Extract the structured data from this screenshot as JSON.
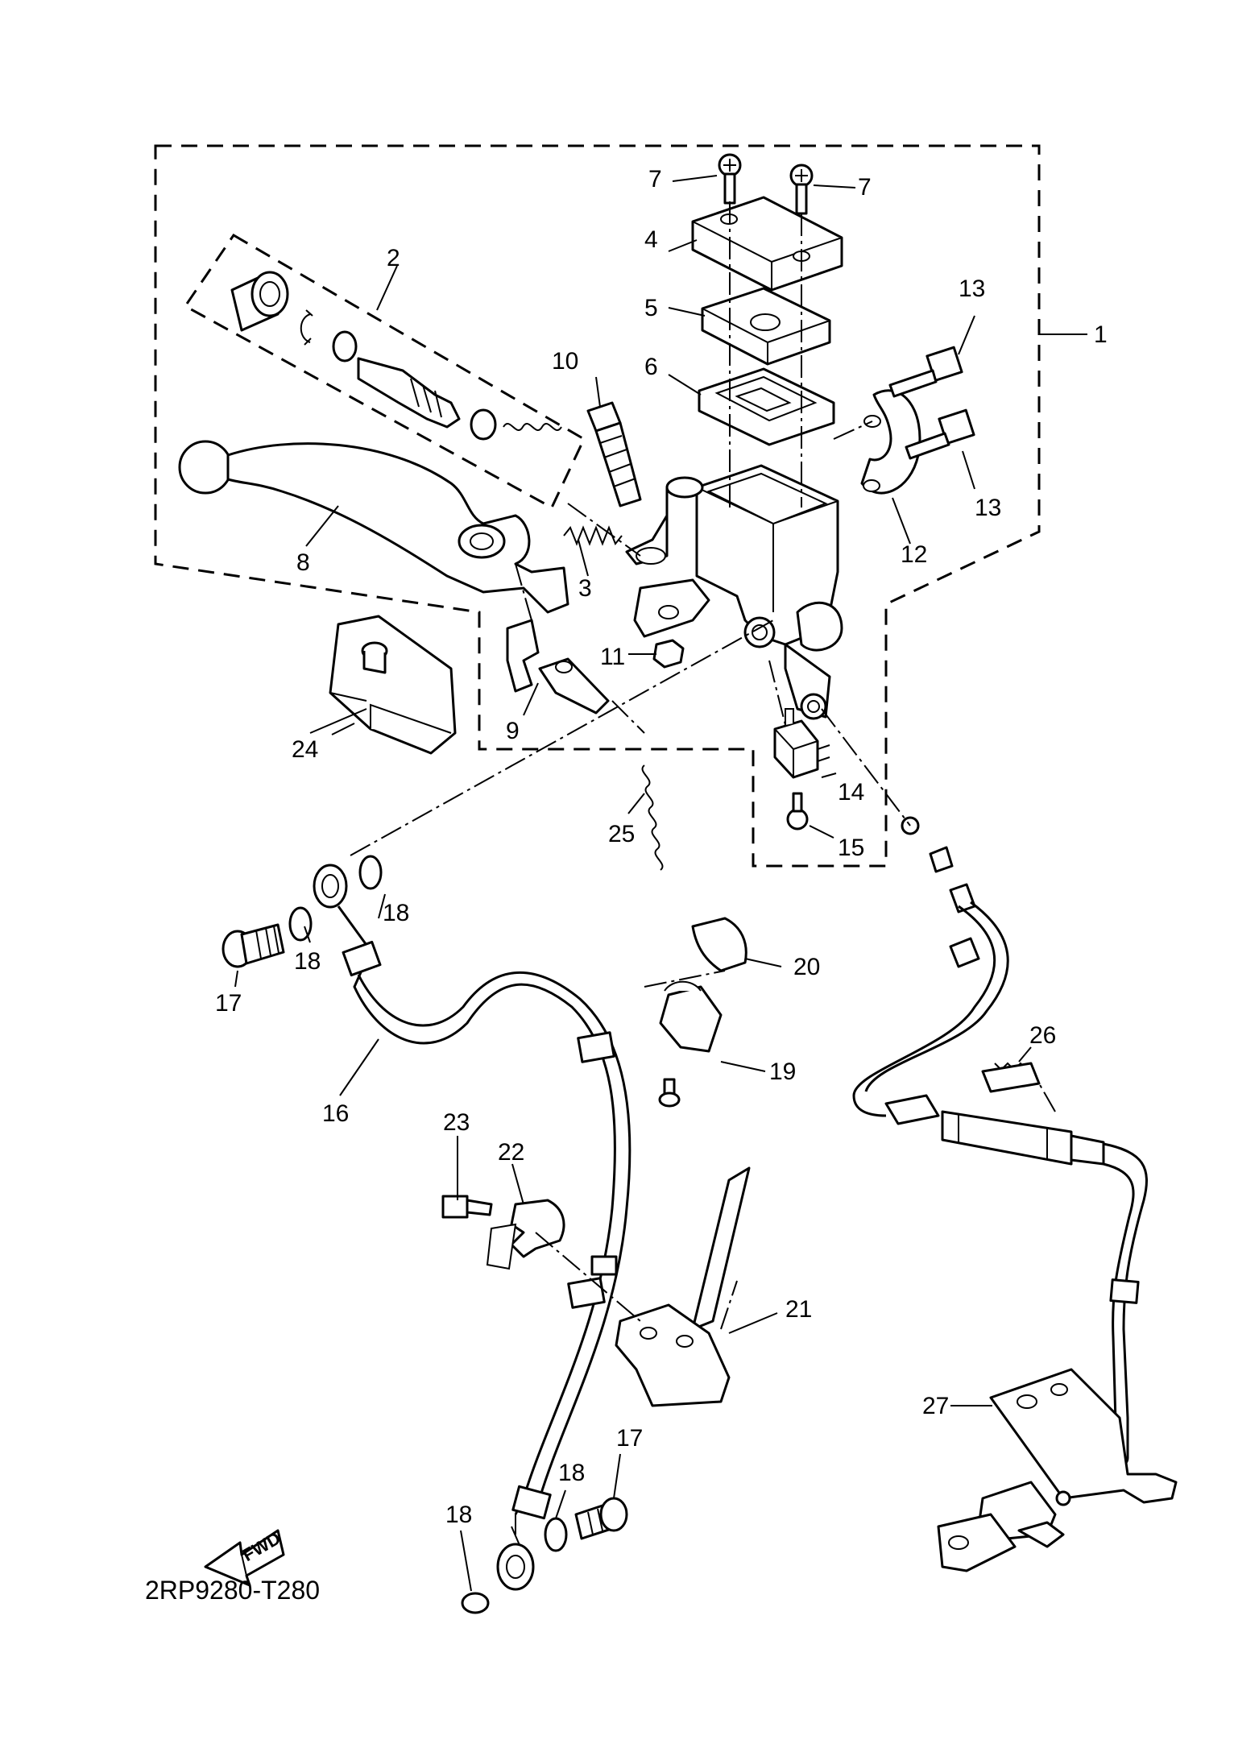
{
  "diagram_code": "2RP9280-T280",
  "fwd_label": "FWD",
  "callouts": [
    "1",
    "2",
    "3",
    "4",
    "5",
    "6",
    "7",
    "7",
    "8",
    "9",
    "10",
    "11",
    "12",
    "13",
    "13",
    "14",
    "15",
    "16",
    "17",
    "17",
    "18",
    "18",
    "18",
    "18",
    "19",
    "20",
    "21",
    "22",
    "23",
    "24",
    "25",
    "26",
    "27"
  ],
  "colors": {
    "line": "#000000",
    "background": "#ffffff"
  }
}
